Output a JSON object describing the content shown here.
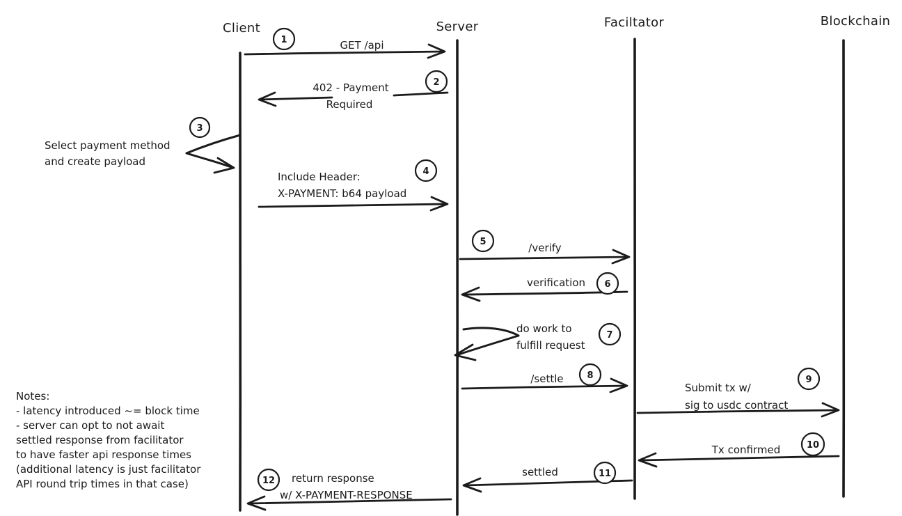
{
  "diagram_type": "sequence-diagram",
  "colors": {
    "ink": "#1b1b1b",
    "background": "#ffffff"
  },
  "actors": [
    {
      "name": "Client"
    },
    {
      "name": "Server"
    },
    {
      "name": "Faciltator"
    },
    {
      "name": "Blockchain"
    }
  ],
  "messages": [
    {
      "step": "1",
      "from": "Client",
      "to": "Server",
      "lines": [
        "GET /api"
      ]
    },
    {
      "step": "2",
      "from": "Server",
      "to": "Client",
      "lines": [
        "402 - Payment",
        "Required"
      ]
    },
    {
      "step": "3",
      "from": "Client",
      "to": "Client",
      "lines": [
        "Select payment method",
        "and create payload"
      ]
    },
    {
      "step": "4",
      "from": "Client",
      "to": "Server",
      "lines": [
        "Include Header:",
        "X-PAYMENT: b64 payload"
      ]
    },
    {
      "step": "5",
      "from": "Server",
      "to": "Faciltator",
      "lines": [
        "/verify"
      ]
    },
    {
      "step": "6",
      "from": "Faciltator",
      "to": "Server",
      "lines": [
        "verification"
      ]
    },
    {
      "step": "7",
      "from": "Server",
      "to": "Server",
      "lines": [
        "do work to",
        "fulfill request"
      ]
    },
    {
      "step": "8",
      "from": "Server",
      "to": "Faciltator",
      "lines": [
        "/settle"
      ]
    },
    {
      "step": "9",
      "from": "Faciltator",
      "to": "Blockchain",
      "lines": [
        "Submit tx w/",
        "sig to usdc contract"
      ]
    },
    {
      "step": "10",
      "from": "Blockchain",
      "to": "Faciltator",
      "lines": [
        "Tx confirmed"
      ]
    },
    {
      "step": "11",
      "from": "Faciltator",
      "to": "Server",
      "lines": [
        "settled"
      ]
    },
    {
      "step": "12",
      "from": "Server",
      "to": "Client",
      "lines": [
        "return response",
        "w/ X-PAYMENT-RESPONSE"
      ]
    }
  ],
  "notes": {
    "heading": "Notes:",
    "lines": [
      "- latency introduced ~= block time",
      "- server can opt to not await",
      "settled response from facilitator",
      "to have faster api response times",
      "(additional latency is just facilitator",
      "API round trip times in that case)"
    ]
  }
}
